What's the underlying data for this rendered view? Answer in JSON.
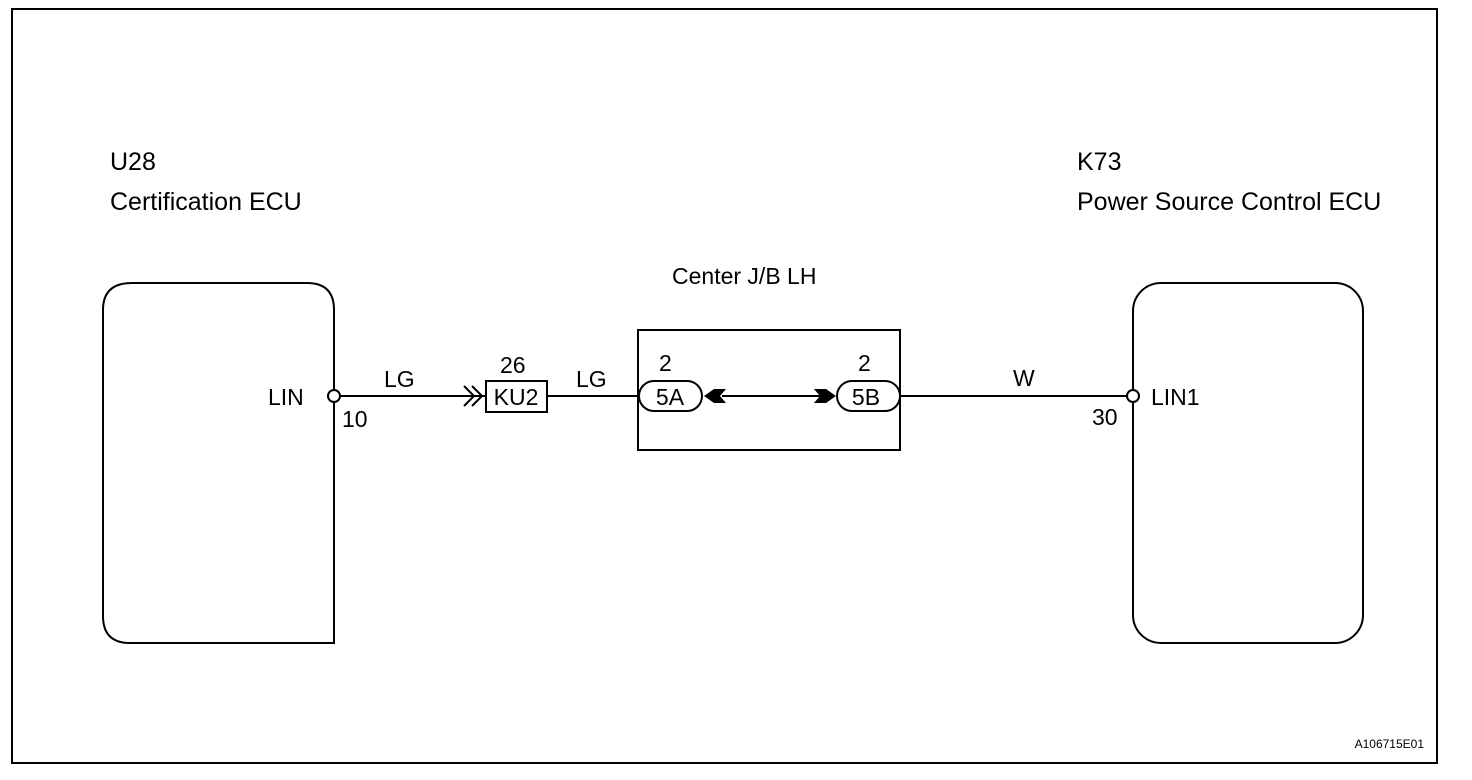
{
  "left_ecu": {
    "code": "U28",
    "name": "Certification ECU",
    "pin_name": "LIN",
    "pin_number": "10"
  },
  "right_ecu": {
    "code": "K73",
    "name": "Power Source Control ECU",
    "pin_name": "LIN1",
    "pin_number": "30"
  },
  "junction_block": {
    "title": "Center J/B LH",
    "left_connector": {
      "label": "5A",
      "pin": "2"
    },
    "right_connector": {
      "label": "5B",
      "pin": "2"
    }
  },
  "inline_connector": {
    "label": "KU2",
    "pin": "26"
  },
  "wires": {
    "left_color": "LG",
    "middle_color": "LG",
    "right_color": "W"
  },
  "figure_id": "A106715E01"
}
